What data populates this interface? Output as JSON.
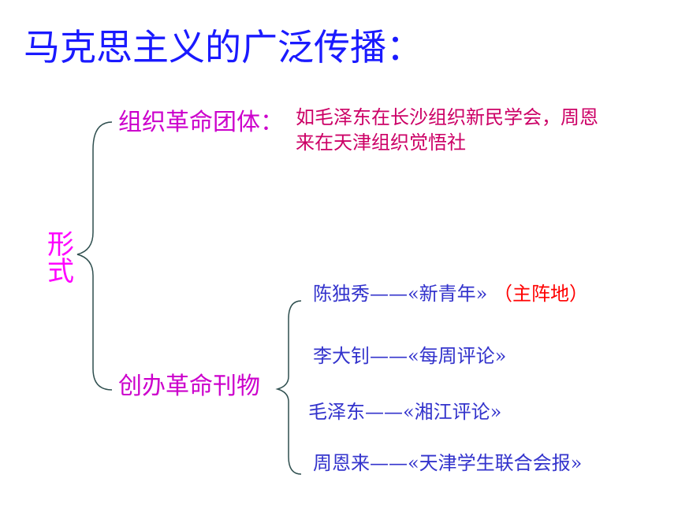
{
  "title": "马克思主义的广泛传播：",
  "root": {
    "chars": [
      "形",
      "式"
    ]
  },
  "branches": [
    {
      "label": "组织革命团体：",
      "description_lines": [
        "如毛泽东在长沙组织新民学会，周恩",
        "来在天津组织觉悟社"
      ]
    },
    {
      "label": "创办革命刊物",
      "journals": [
        {
          "person": "陈独秀",
          "dash": "——",
          "title": "«新青年»",
          "note": "（主阵地）"
        },
        {
          "person": "李大钊",
          "dash": "——",
          "title": "«每周评论»",
          "note": ""
        },
        {
          "person": "毛泽东",
          "dash": "——",
          "title": "«湘江评论»",
          "note": ""
        },
        {
          "person": "周恩来",
          "dash": "——",
          "title": "«天津学生联合会报»",
          "note": ""
        }
      ]
    }
  ],
  "colors": {
    "title": "#1a1aff",
    "branch_label": "#cc00cc",
    "root": "#ff00ff",
    "description": "#cc0066",
    "journal_text": "#3333cc",
    "note": "#ff0000",
    "brace": "#2f4f4f"
  }
}
